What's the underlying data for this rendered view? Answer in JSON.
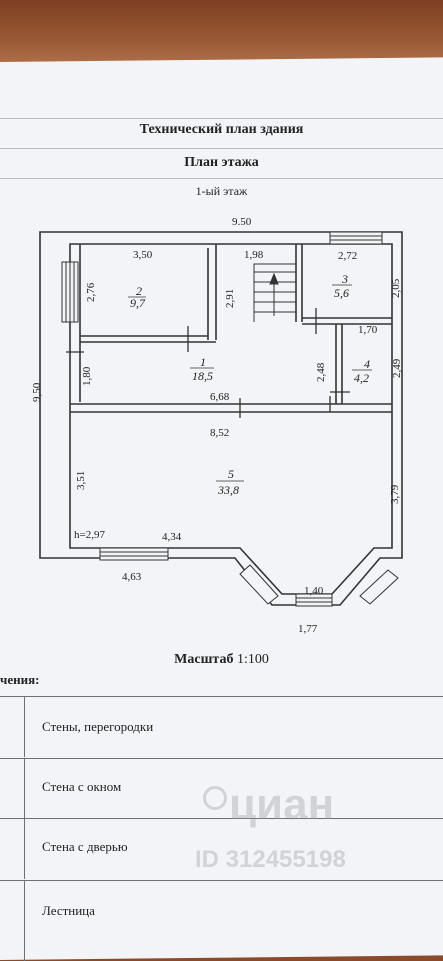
{
  "header": {
    "title": "Технический план здания",
    "subtitle": "План этажа",
    "floor": "1-ый этаж"
  },
  "plan": {
    "dims": {
      "top_width": "9.50",
      "left_height": "9,50",
      "r2_width": "3,50",
      "r2_height": "2,76",
      "stair_width": "1,98",
      "stair_height": "2,91",
      "r3_width": "2,72",
      "r3_height": "2,05",
      "r4_width": "1,70",
      "r4_right": "2,49",
      "r4_left": "2,48",
      "hall_left": "1,80",
      "hall_width": "6,68",
      "r5_top": "8,52",
      "r5_left": "3,51",
      "r5_right": "3,79",
      "height_label": "h=2,97",
      "bottom_inner": "4,34",
      "bottom_outer": "4,63",
      "bay_inner": "1,40",
      "bay_outer": "1,77"
    },
    "rooms": [
      {
        "num": "2",
        "area": "9,7"
      },
      {
        "num": "1",
        "area": "18,5"
      },
      {
        "num": "3",
        "area": "5,6"
      },
      {
        "num": "4",
        "area": "4,2"
      },
      {
        "num": "5",
        "area": "33,8"
      }
    ]
  },
  "scale": {
    "label": "Масштаб",
    "value": "1:100"
  },
  "legend": {
    "heading": "чения:",
    "items": [
      "Стены, перегородки",
      "Стена с окном",
      "Стена с дверью",
      "Лестница"
    ]
  },
  "watermark": {
    "brand": "циан",
    "id": "ID 312455198"
  }
}
